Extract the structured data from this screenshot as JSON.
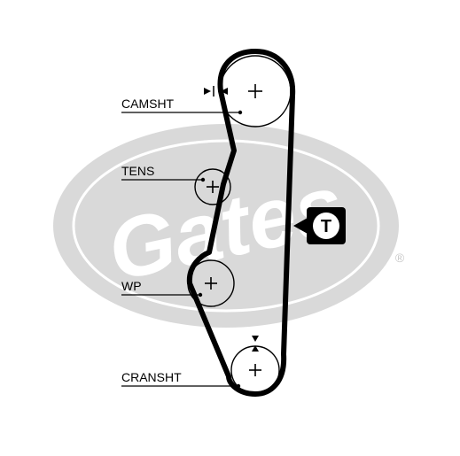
{
  "watermark": {
    "brand_text": "Gates",
    "registered_mark": "®",
    "color": "#d9d9d9"
  },
  "labels": {
    "camshaft": "CAMSHT",
    "tensioner": "TENS",
    "water_pump": "WP",
    "crankshaft": "CRANSHT"
  },
  "tensioner_badge": {
    "letter": "T",
    "background_color": "#000000",
    "text_color": "#ffffff"
  },
  "colors": {
    "belt": "#000000",
    "lines": "#000000",
    "background": "#ffffff"
  }
}
